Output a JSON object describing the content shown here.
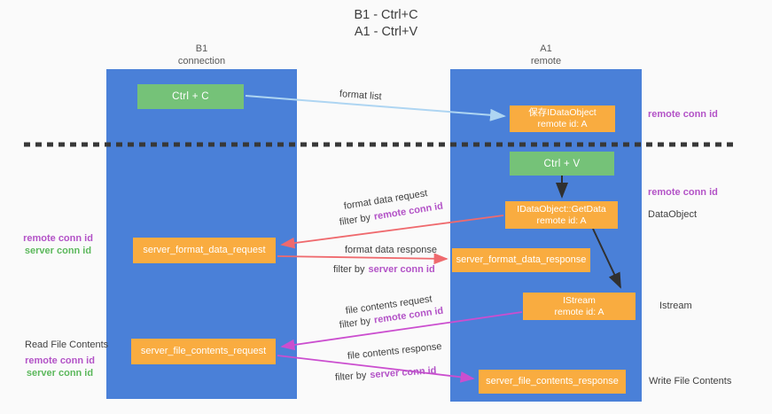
{
  "title": {
    "line1": "B1 - Ctrl+C",
    "line2": "A1 - Ctrl+V"
  },
  "lifelines": {
    "left": {
      "name": "B1",
      "subtitle": "connection"
    },
    "right": {
      "name": "A1",
      "subtitle": "remote"
    }
  },
  "boxes": {
    "ctrl_c": "Ctrl + C",
    "save_idataobject": {
      "line1": "保存IDataObject",
      "line2": "remote id: A"
    },
    "ctrl_v": "Ctrl + V",
    "getdata": {
      "line1": "IDataObject::GetData",
      "line2": "remote id: A"
    },
    "format_request": "server_format_data_request",
    "format_response": "server_format_data_response",
    "istream": {
      "line1": "IStream",
      "line2": "remote id: A"
    },
    "file_request": "server_file_contents_request",
    "file_response": "server_file_contents_response"
  },
  "arrow_labels": {
    "format_list": "format list",
    "format_request": {
      "line": "format data request",
      "filter": "filter by",
      "conn": "remote conn id"
    },
    "format_response": {
      "line": "format data response",
      "filter": "filter by",
      "conn": "server conn id"
    },
    "file_request": {
      "line": "file contents request",
      "filter": "filter by",
      "conn": "remote conn id"
    },
    "file_response": {
      "line": "file contents response",
      "filter": "filter by",
      "conn": "server conn id"
    }
  },
  "side_labels": {
    "right_remote_conn_top": "remote conn id",
    "right_remote_conn_mid": "remote conn id",
    "dataobject": "DataObject",
    "istream": "Istream",
    "write_file": "Write File Contents",
    "format_remote_conn": "remote conn id",
    "format_server_conn": "server conn id",
    "read_file": "Read File Contents",
    "file_remote_conn": "remote conn id",
    "file_server_conn": "server conn id"
  },
  "colors": {
    "background": "#fafafa",
    "lifeline_blue": "#4a80d8",
    "box_green": "#75c278",
    "box_orange": "#f9ac40",
    "text_purple": "#b353c7",
    "text_green": "#5cb85c",
    "arrow_light_blue": "#aed5f2",
    "arrow_red": "#ef6a6e",
    "arrow_magenta": "#cb4ecf",
    "arrow_black": "#303030",
    "separator_dash": "#383838"
  }
}
